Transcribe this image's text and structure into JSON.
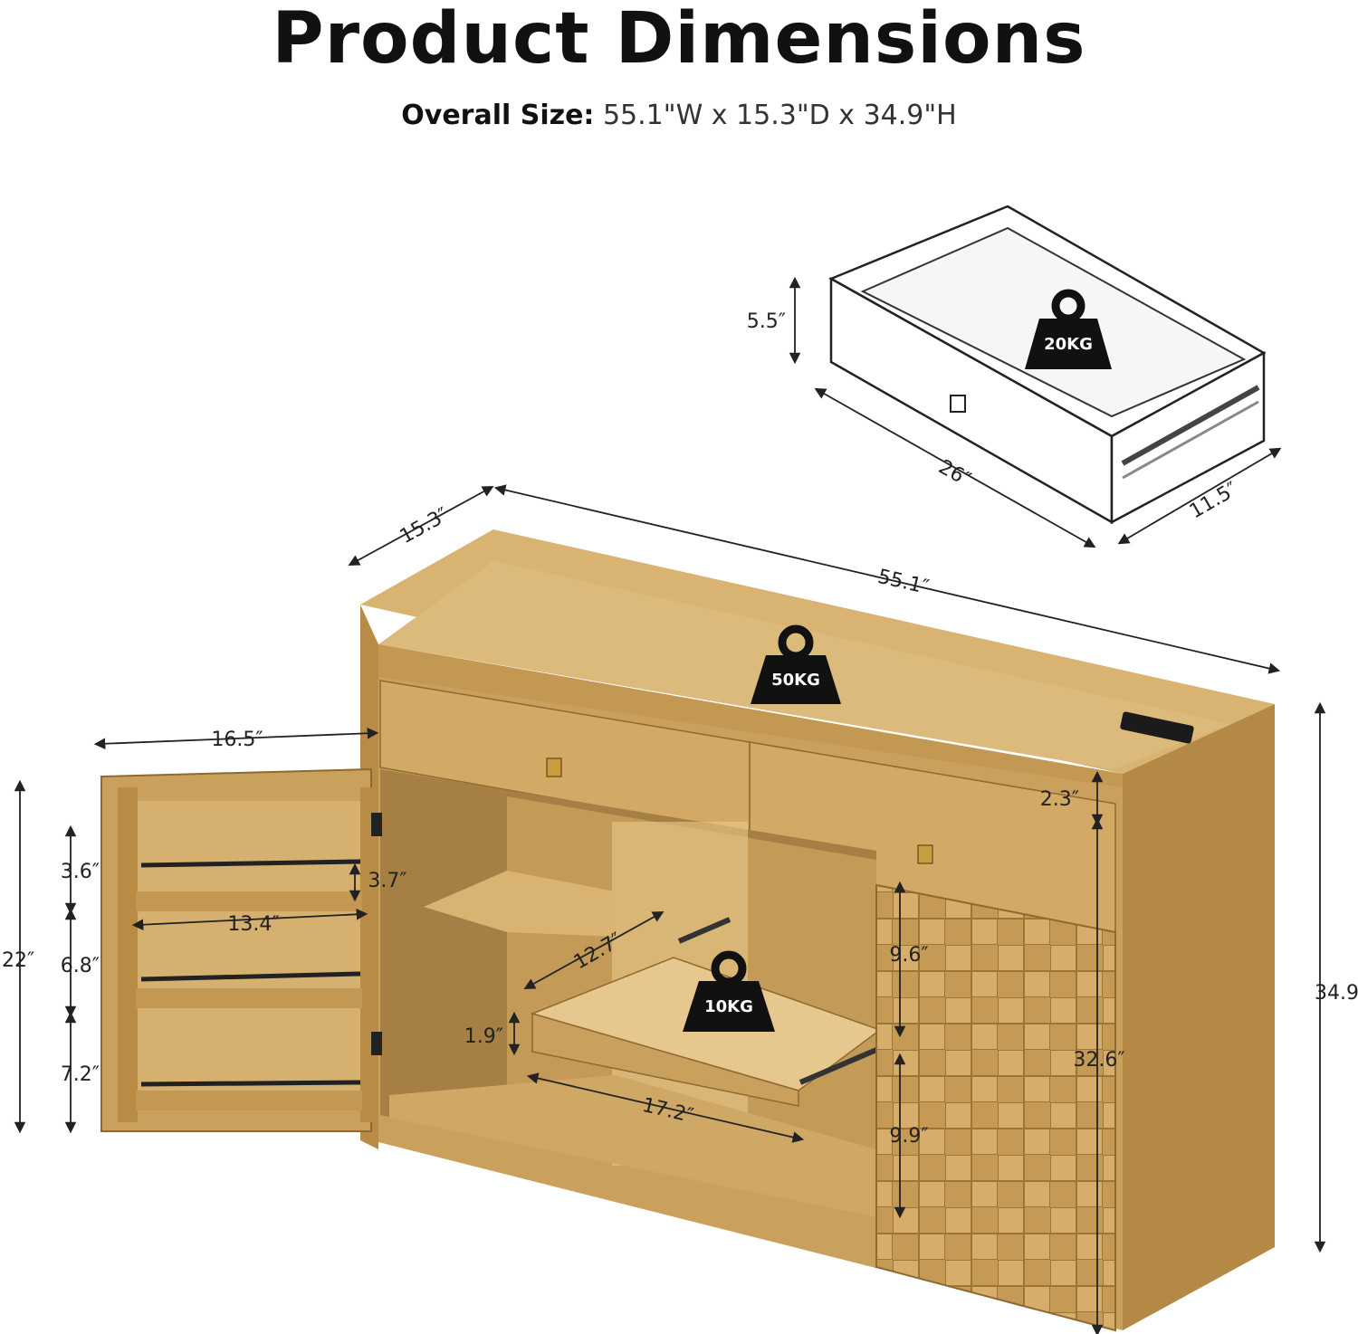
{
  "header": {
    "title": "Product Dimensions",
    "overall_label": "Overall Size:",
    "overall_value": "55.1\"W x 15.3\"D x 34.9\"H"
  },
  "drawer": {
    "height": "5.5″",
    "length": "26″",
    "width": "11.5″",
    "load": "20KG"
  },
  "cabinet": {
    "depth": "15.3″",
    "width": "55.1″",
    "height": "34.9″",
    "top_load": "50KG",
    "drawer_front": "2.3″",
    "door_width": "16.5″",
    "door_height": "22″",
    "door_shelf_1": "3.6″",
    "door_shelf_2": "6.8″",
    "door_shelf_3": "7.2″",
    "door_rail_gap": "3.7″",
    "door_shelf_width": "13.4″",
    "tray_depth": "12.7″",
    "tray_height": "1.9″",
    "tray_width": "17.2″",
    "tray_load": "10KG",
    "right_upper": "9.6″",
    "right_lower": "9.9″",
    "right_inner_height": "32.6″"
  },
  "colors": {
    "wood": "#c9a15c",
    "wood_dark": "#a97f3c",
    "wood_light": "#ddb97a",
    "badge": "#111111"
  }
}
